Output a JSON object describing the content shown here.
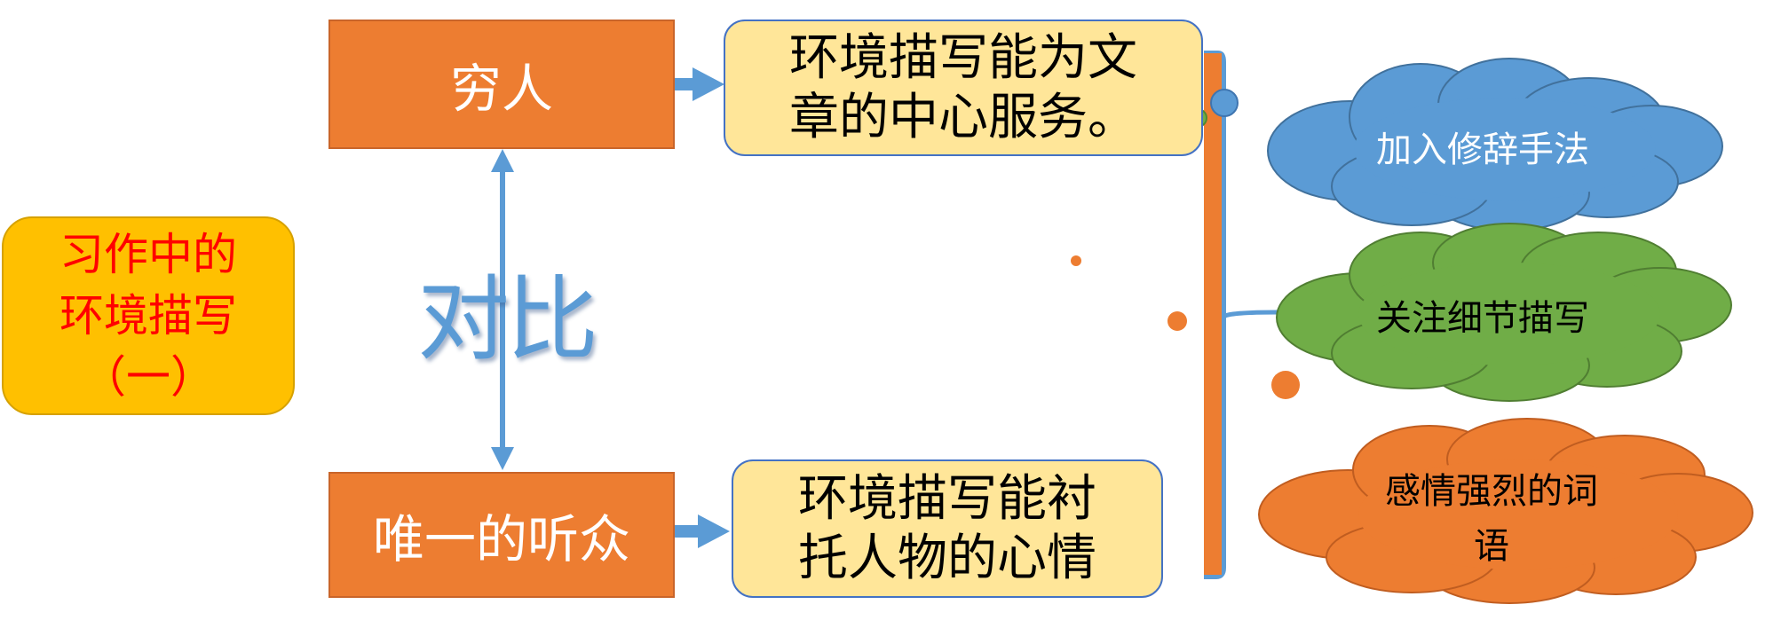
{
  "title": {
    "lines": [
      "习作中的",
      "环境描写",
      "（一）"
    ]
  },
  "nodes": {
    "poor": "穷人",
    "listener": "唯一的听众",
    "serve": [
      "环境描写能为文",
      "章的中心服务。"
    ],
    "foil": [
      "环境描写能衬",
      "托人物的心情"
    ]
  },
  "contrast_label": "对比",
  "methods": {
    "rhetoric": "加入修辞手法",
    "detail": "关注细节描写",
    "emotion": [
      "感情强烈的词",
      "语"
    ]
  },
  "colors": {
    "title_fill": "#ffc000",
    "title_text": "#ff0000",
    "orange": "#ed7d31",
    "yellow": "#ffe699",
    "blue": "#5b9bd5",
    "green": "#70ad47"
  }
}
